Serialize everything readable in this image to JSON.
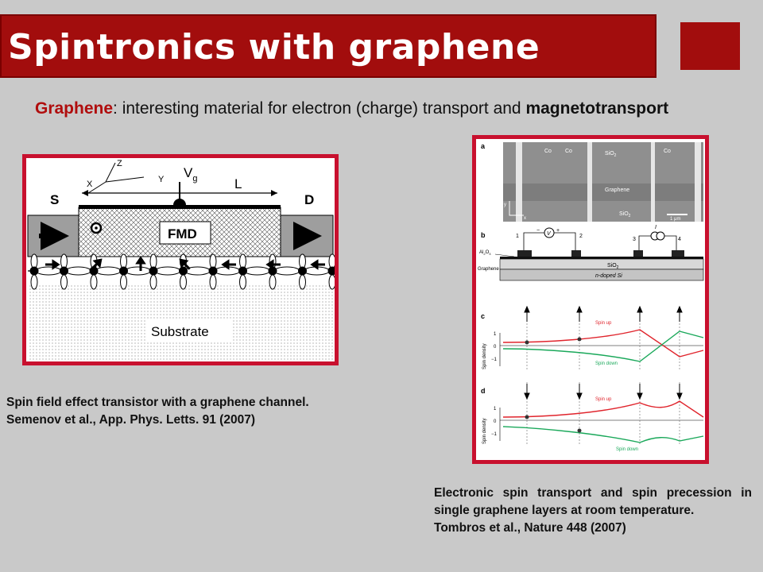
{
  "slide": {
    "title": "Spintronics with graphene",
    "intro": {
      "keyword": "Graphene",
      "text": ": interesting material for electron (charge) transport and ",
      "emphasis": "magnetotransport"
    }
  },
  "figure_left": {
    "axis_z": "Z",
    "axis_x": "X",
    "axis_y": "Y",
    "gate": "V",
    "gate_sub": "g",
    "length": "L",
    "source": "S",
    "drain": "D",
    "fmd": "FMD",
    "substrate": "Substrate"
  },
  "caption_left": {
    "line1": "Spin field effect transistor with a graphene channel.",
    "line2": "Semenov et al., App. Phys. Letts. 91 (2007)"
  },
  "figure_right": {
    "panel_a": "a",
    "panel_b": "b",
    "panel_c": "c",
    "panel_d": "d",
    "co_1": "Co",
    "co_2": "Co",
    "co_3": "Co",
    "sio2_1": "SiO",
    "sio2_2": "SiO",
    "sub2": "2",
    "graphene_sem": "Graphene",
    "scale_bar": "1 μm",
    "axis_y": "y",
    "axis_x": "x",
    "electrode_1": "1",
    "electrode_2": "2",
    "electrode_3": "3",
    "electrode_4": "4",
    "meter_v": "V",
    "meter_i": "I",
    "minus": "−",
    "plus": "+",
    "al2o3": "Al",
    "al2o3_sub": "2",
    "al2o3_o": "O",
    "al2o3_sub3": "3",
    "graphene_label": "Graphene",
    "sio2_layer": "SiO",
    "si_layer": "n-doped Si",
    "spin_density_c": "Spin density",
    "spin_density_d": "Spin density",
    "spin_up_c": "Spin up",
    "spin_down_c": "Spin down",
    "spin_up_d": "Spin up",
    "spin_down_d": "Spin down",
    "tick_1": "1",
    "tick_0": "0",
    "tick_m1": "−1",
    "colors": {
      "spin_up": "#e0242c",
      "spin_down": "#1aa85a"
    }
  },
  "caption_right": {
    "line1": "Electronic spin transport and spin precession in single graphene layers at room temperature.",
    "line2": "Tombros et al., Nature 448 (2007)"
  }
}
